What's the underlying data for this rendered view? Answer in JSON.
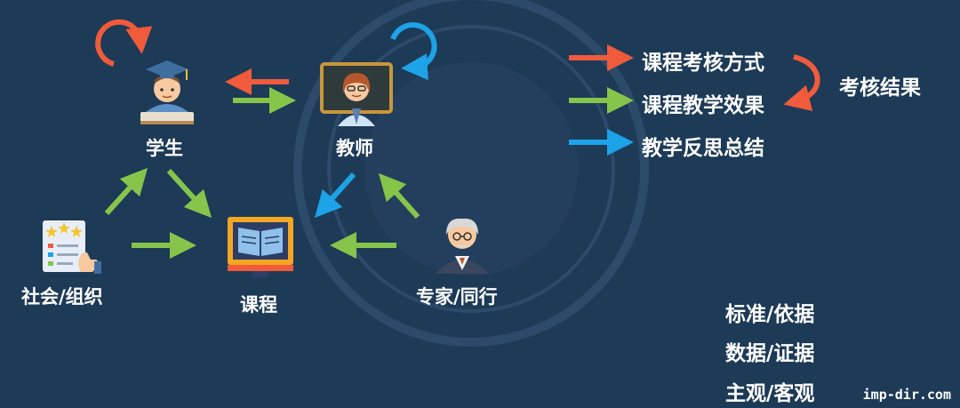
{
  "nodes": {
    "student": "学生",
    "teacher": "教师",
    "course": "课程",
    "society": "社会/组织",
    "expert": "专家/同行"
  },
  "outputs": {
    "assessment_method": "课程考核方式",
    "teaching_effect": "课程教学效果",
    "reflection": "教学反思总结",
    "assessment_result": "考核结果"
  },
  "criteria": [
    "标准/依据",
    "数据/证据",
    "主观/客观"
  ],
  "watermark": "imp-dir.com",
  "colors": {
    "background": "#1d3a57",
    "orange": "#ef5b3b",
    "green": "#86c54a",
    "blue": "#1ca3e8",
    "text": "#ffffff"
  },
  "icons": {
    "student": "graduate-student-icon",
    "teacher": "teacher-at-blackboard-icon",
    "course": "open-book-monitor-icon",
    "society": "rated-checklist-icon",
    "expert": "senior-expert-icon"
  }
}
